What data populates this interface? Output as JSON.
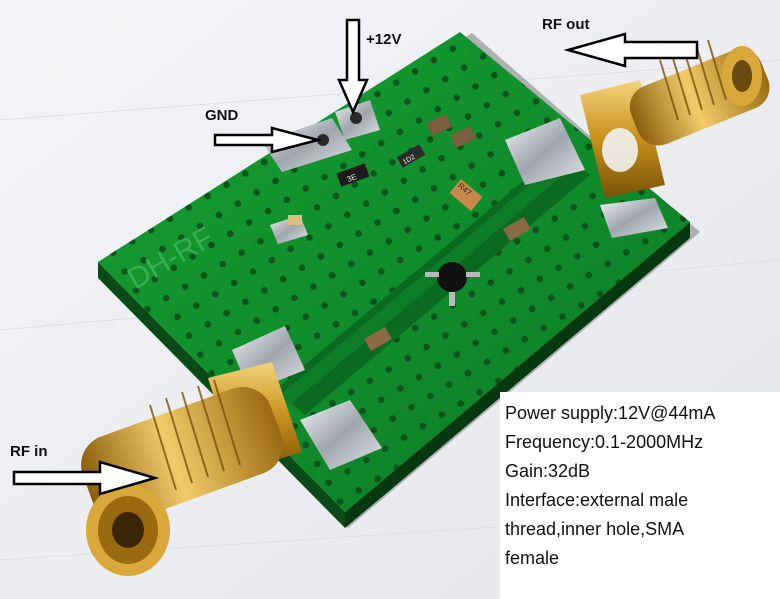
{
  "labels": {
    "vcc": "+12V",
    "gnd": "GND",
    "rf_out": "RF out",
    "rf_in": "RF in",
    "board_silkscreen": "DH-RF"
  },
  "specs": [
    "Power supply:12V@44mA",
    "Frequency:0.1-2000MHz",
    "Gain:32dB",
    "Interface:external male",
    "thread,inner hole,SMA",
    "female"
  ],
  "component_markings": [
    "3E",
    "1D2",
    "R47"
  ],
  "colors": {
    "background": "#eef0f4",
    "pcb_green": "#0f8a2a",
    "pcb_dark": "#05501a",
    "gold": "#d4a22c",
    "solder": "#c8ccd2"
  }
}
